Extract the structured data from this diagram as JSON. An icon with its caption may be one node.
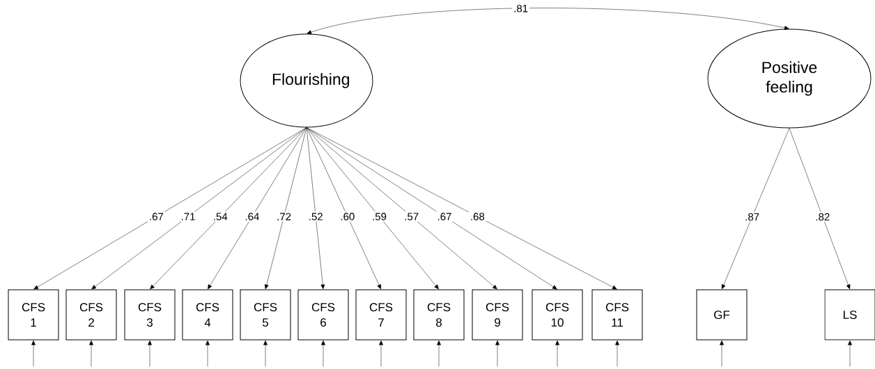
{
  "diagram": {
    "nodes": [
      {
        "text": [
          "Flourishing"
        ]
      },
      {
        "text": [
          "Positive feeling"
        ]
      },
      {
        "text": [
          "CFS 1"
        ]
      },
      {
        "text": [
          "CFS 2"
        ]
      },
      {
        "text": [
          "CFS 3"
        ]
      },
      {
        "text": [
          "CFS 4"
        ]
      },
      {
        "text": [
          "CFS 5"
        ]
      },
      {
        "text": [
          "CFS 6"
        ]
      },
      {
        "text": [
          "CFS 7"
        ]
      },
      {
        "text": [
          "CFS 8"
        ]
      },
      {
        "text": [
          "CFS 9"
        ]
      },
      {
        "text": [
          "CFS 10"
        ]
      },
      {
        "text": [
          "CFS 11"
        ]
      },
      {
        "text": [
          "GF"
        ]
      },
      {
        "text": [
          "LS"
        ]
      }
    ],
    "edges": [
      {
        "from": 0,
        "to": 1,
        "arrow": "both",
        "label": ".81"
      },
      {
        "from": 0,
        "to": 2,
        "arrow": "to",
        "label": ".67"
      },
      {
        "from": 0,
        "to": 3,
        "arrow": "to",
        "label": ".71"
      },
      {
        "from": 0,
        "to": 4,
        "arrow": "to",
        "label": ".54"
      },
      {
        "from": 0,
        "to": 5,
        "arrow": "to",
        "label": ".64"
      },
      {
        "from": 0,
        "to": 6,
        "arrow": "to",
        "label": ".72"
      },
      {
        "from": 0,
        "to": 7,
        "arrow": "to",
        "label": ".52"
      },
      {
        "from": 0,
        "to": 8,
        "arrow": "to",
        "label": ".60"
      },
      {
        "from": 0,
        "to": 9,
        "arrow": "to",
        "label": ".59"
      },
      {
        "from": 0,
        "to": 10,
        "arrow": "to",
        "label": ".57"
      },
      {
        "from": 0,
        "to": 11,
        "arrow": "to",
        "label": ".67"
      },
      {
        "from": 0,
        "to": 12,
        "arrow": "to",
        "label": ".68"
      },
      {
        "from": 1,
        "to": 13,
        "arrow": "to",
        "label": ".87"
      },
      {
        "from": 1,
        "to": 14,
        "arrow": "to",
        "label": ".82"
      },
      {
        "from": null,
        "to": 2,
        "arrow": "to"
      },
      {
        "from": null,
        "to": 3,
        "arrow": "to"
      },
      {
        "from": null,
        "to": 4,
        "arrow": "to"
      },
      {
        "from": null,
        "to": 5,
        "arrow": "to"
      },
      {
        "from": null,
        "to": 6,
        "arrow": "to"
      },
      {
        "from": null,
        "to": 7,
        "arrow": "to"
      },
      {
        "from": null,
        "to": 8,
        "arrow": "to"
      },
      {
        "from": null,
        "to": 9,
        "arrow": "to"
      },
      {
        "from": null,
        "to": 10,
        "arrow": "to"
      },
      {
        "from": null,
        "to": 11,
        "arrow": "to"
      },
      {
        "from": null,
        "to": 12,
        "arrow": "to"
      },
      {
        "from": null,
        "to": 13,
        "arrow": "to"
      },
      {
        "from": null,
        "to": 14,
        "arrow": "to"
      }
    ]
  }
}
